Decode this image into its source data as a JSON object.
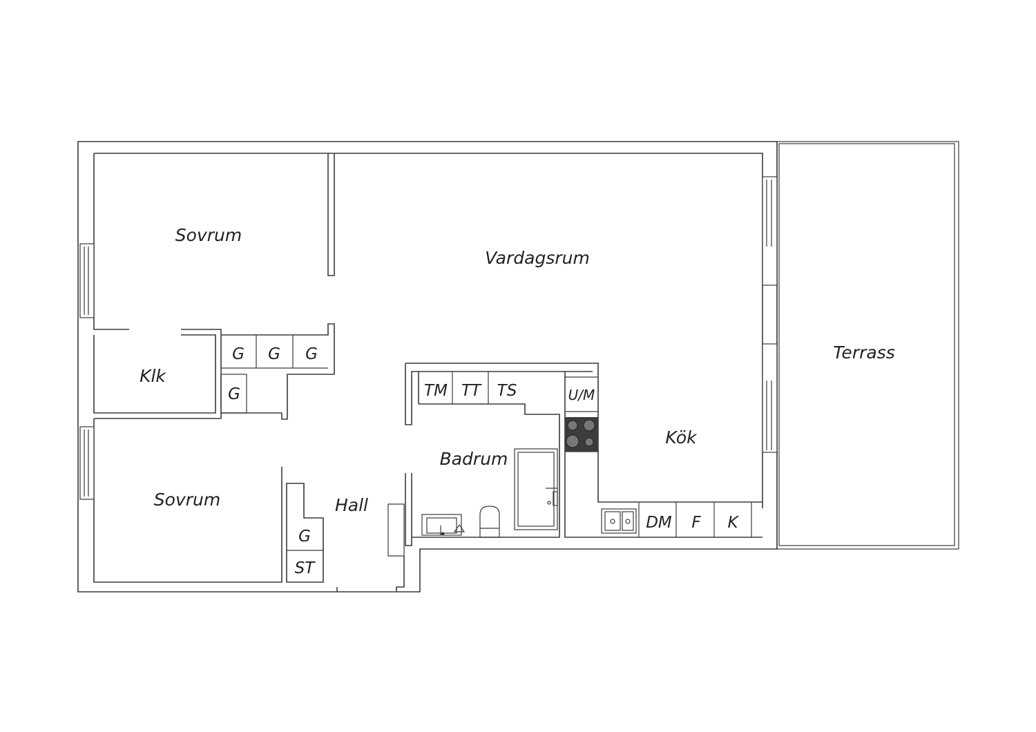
{
  "rooms": {
    "sovrum_top": "Sovrum",
    "vardagsrum": "Vardagsrum",
    "terrass": "Terrass",
    "klk": "Klk",
    "kok": "Kök",
    "badrum": "Badrum",
    "sovrum_bottom": "Sovrum",
    "hall": "Hall"
  },
  "closets": {
    "g1": "G",
    "g2": "G",
    "g3": "G",
    "g4": "G",
    "g5": "G",
    "st": "ST"
  },
  "appliances": {
    "tm": "TM",
    "tt": "TT",
    "ts": "TS",
    "um": "U/M",
    "dm": "DM",
    "f": "F",
    "k": "K"
  },
  "colors": {
    "line": "#3a3a3a",
    "stove": "#3c3c3c",
    "background": "#ffffff"
  }
}
